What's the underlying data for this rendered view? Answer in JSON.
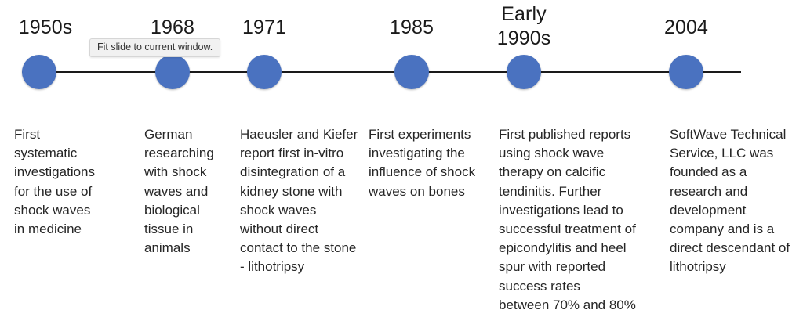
{
  "tooltip": {
    "text": "Fit slide to current window."
  },
  "theme": {
    "node_color": "#4a72c0",
    "line_color": "#1a1a1a",
    "text_color": "#262626",
    "tooltip_bg": "#f1f1f1"
  },
  "timeline": {
    "events": [
      {
        "date": "1950s",
        "description": "First systematic investigations for the use of shock waves in medicine"
      },
      {
        "date": "1968",
        "description": "German researching with shock waves and biological tissue in animals"
      },
      {
        "date": "1971",
        "description": "Haeusler and Kiefer report first in-vitro disintegration of a kidney stone with shock waves without direct contact to the stone - lithotripsy"
      },
      {
        "date": "1985",
        "description": "First experiments investigating the influence of shock waves on bones"
      },
      {
        "date": "Early 1990s",
        "description": "First published reports using shock wave therapy on calcific tendinitis. Further investigations lead to successful treatment of epicondylitis and heel spur with reported\nsuccess rates\nbetween 70% and 80%"
      },
      {
        "date": "2004",
        "description": "SoftWave Technical Service, LLC was founded as a research and development company and is a direct descendant of lithotripsy"
      }
    ]
  }
}
